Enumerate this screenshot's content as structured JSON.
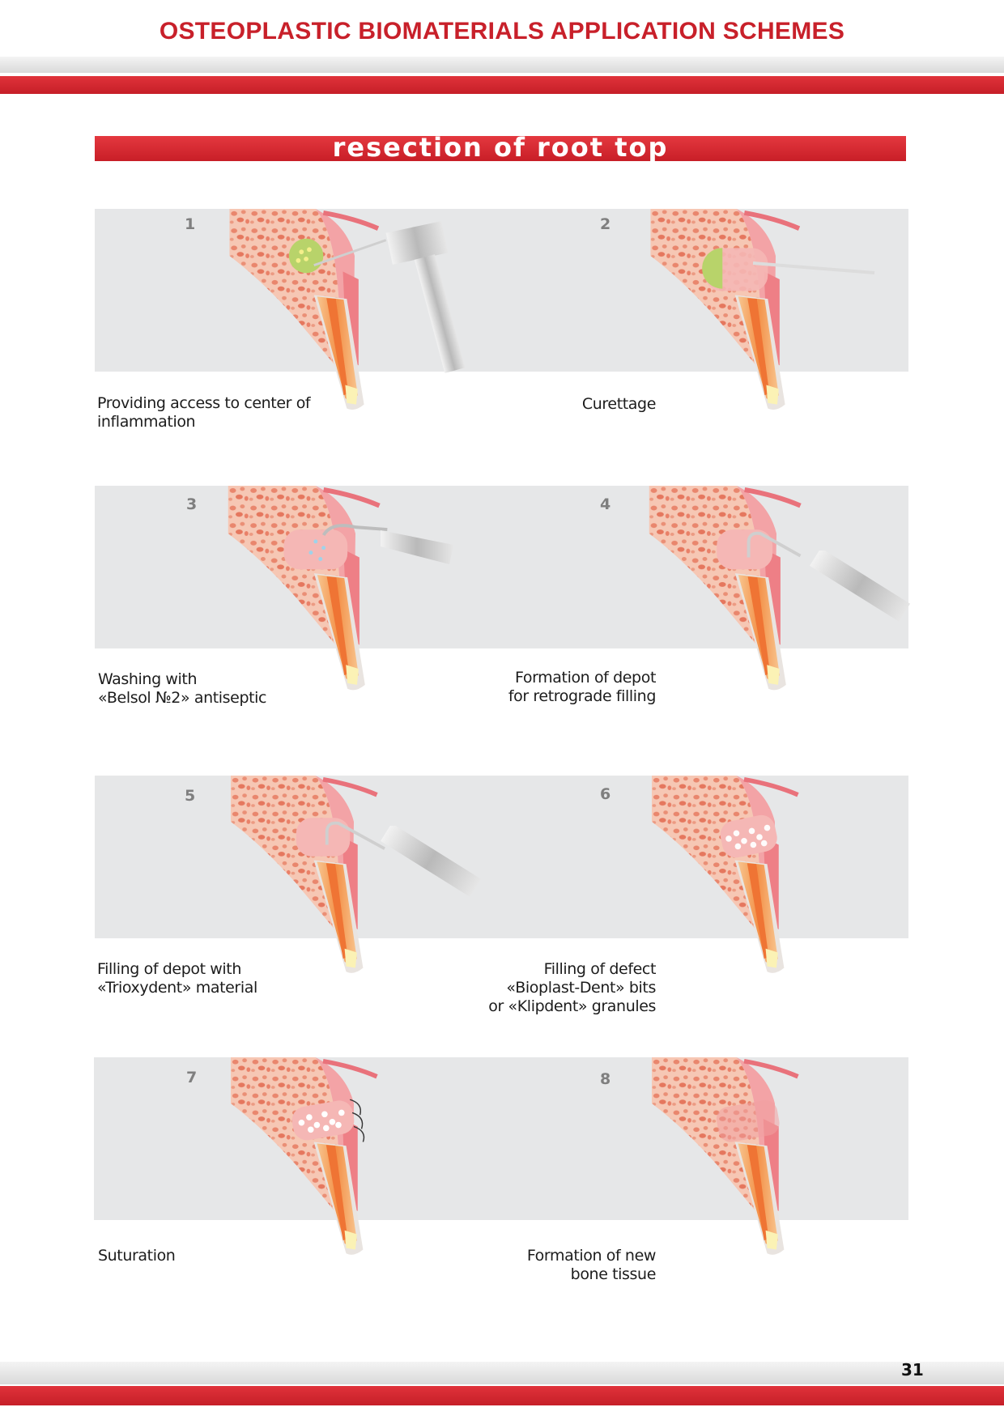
{
  "header": {
    "title": "OSTEOPLASTIC BIOMATERIALS APPLICATION SCHEMES",
    "accent_color": "#c8202a"
  },
  "section": {
    "title": "resection of root top"
  },
  "steps": [
    {
      "number": "1",
      "caption_lines": [
        "Providing access to center of",
        "inflammation"
      ]
    },
    {
      "number": "2",
      "caption_lines": [
        "Curettage"
      ]
    },
    {
      "number": "3",
      "caption_lines": [
        "Washing with",
        "«Belsol №2» antiseptic"
      ]
    },
    {
      "number": "4",
      "caption_lines": [
        "Formation of depot",
        "for retrograde filling"
      ]
    },
    {
      "number": "5",
      "caption_lines": [
        "Filling of depot with",
        "«Trioxydent» material"
      ]
    },
    {
      "number": "6",
      "caption_lines": [
        "Filling of defect",
        "«Bioplast-Dent» bits",
        "or «Klipdent» granules"
      ]
    },
    {
      "number": "7",
      "caption_lines": [
        "Suturation"
      ]
    },
    {
      "number": "8",
      "caption_lines": [
        "Formation of new",
        "bone tissue"
      ]
    }
  ],
  "colors": {
    "bone": "#f6c4b0",
    "bone_pores": "#e8826a",
    "gum": "#f08c92",
    "tooth_root": "#f5a46a",
    "root_core": "#f07b3a",
    "instrument": "#c9c9c9",
    "graft": "#b8d36a"
  },
  "footer": {
    "page_number": "31"
  }
}
